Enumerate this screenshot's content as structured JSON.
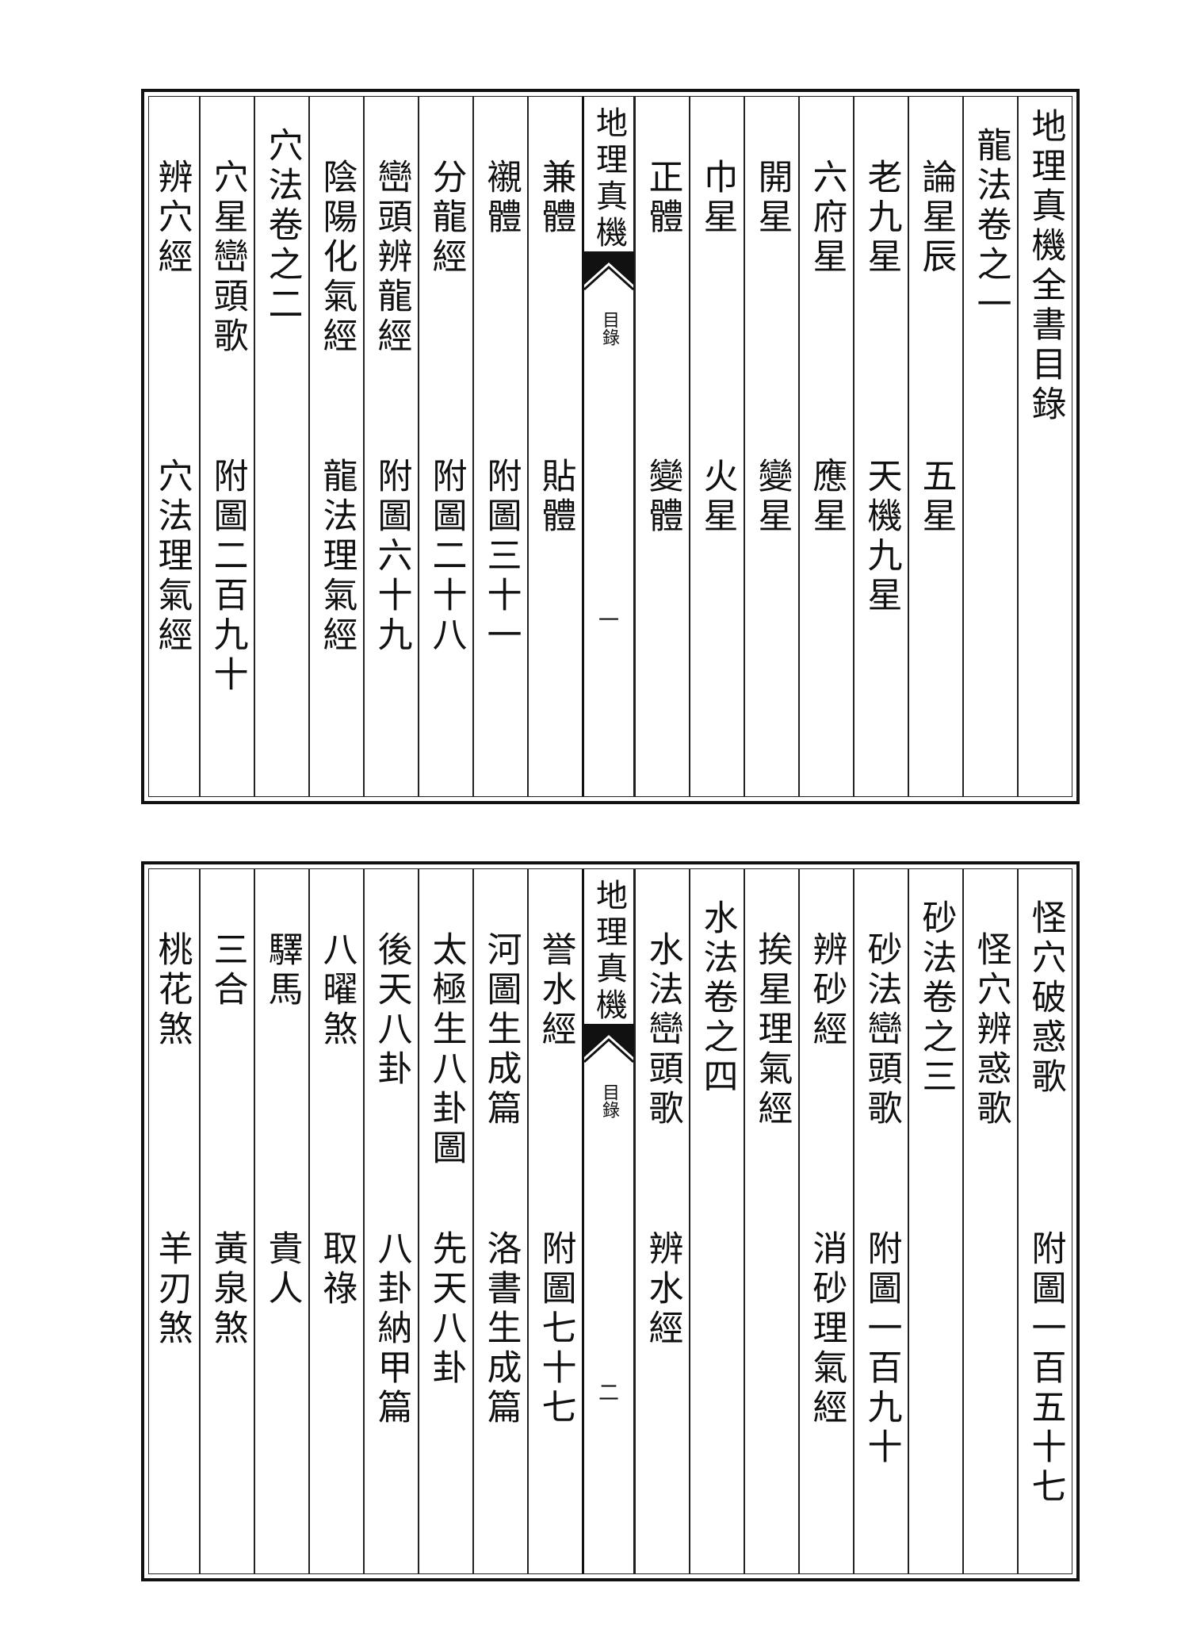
{
  "pages": [
    {
      "band": {
        "title": "地理真機",
        "section": "目錄",
        "page_number": "一"
      },
      "right_columns": [
        {
          "top": "地理真機全書目錄",
          "bottom": "",
          "kind": "title"
        },
        {
          "top": "龍法卷之一",
          "bottom": "",
          "kind": "heading"
        },
        {
          "top": "論星辰",
          "bottom": "五星",
          "kind": "entry"
        },
        {
          "top": "老九星",
          "bottom": "天機九星",
          "kind": "entry"
        },
        {
          "top": "六府星",
          "bottom": "應星",
          "kind": "entry"
        },
        {
          "top": "開星",
          "bottom": "變星",
          "kind": "entry"
        },
        {
          "top": "巾星",
          "bottom": "火星",
          "kind": "entry"
        },
        {
          "top": "正體",
          "bottom": "變體",
          "kind": "entry"
        }
      ],
      "left_columns": [
        {
          "top": "兼體",
          "bottom": "貼體",
          "kind": "entry"
        },
        {
          "top": "襯體",
          "bottom": "附圖三十一",
          "kind": "entry"
        },
        {
          "top": "分龍經",
          "bottom": "附圖二十八",
          "kind": "entry"
        },
        {
          "top": "巒頭辨龍經",
          "bottom": "附圖六十九",
          "kind": "entry"
        },
        {
          "top": "陰陽化氣經",
          "bottom": "龍法理氣經",
          "kind": "entry"
        },
        {
          "top": "穴法卷之二",
          "bottom": "",
          "kind": "heading"
        },
        {
          "top": "穴星巒頭歌",
          "bottom": "附圖二百九十",
          "kind": "entry"
        },
        {
          "top": "辨穴經",
          "bottom": "穴法理氣經",
          "kind": "entry"
        }
      ]
    },
    {
      "band": {
        "title": "地理真機",
        "section": "目錄",
        "page_number": "二"
      },
      "right_columns": [
        {
          "top": "怪穴破惑歌",
          "bottom": "附圖一百五十七",
          "kind": "heading"
        },
        {
          "top": "怪穴辨惑歌",
          "bottom": "",
          "kind": "entry"
        },
        {
          "top": "砂法卷之三",
          "bottom": "",
          "kind": "heading"
        },
        {
          "top": "砂法巒頭歌",
          "bottom": "附圖一百九十",
          "kind": "entry"
        },
        {
          "top": "辨砂經",
          "bottom": "消砂理氣經",
          "kind": "entry"
        },
        {
          "top": "挨星理氣經",
          "bottom": "",
          "kind": "entry"
        },
        {
          "top": "水法卷之四",
          "bottom": "",
          "kind": "heading"
        },
        {
          "top": "水法巒頭歌",
          "bottom": "辨水經",
          "kind": "entry"
        }
      ],
      "left_columns": [
        {
          "top": "誉水經",
          "bottom": "附圖七十七",
          "kind": "entry"
        },
        {
          "top": "河圖生成篇",
          "bottom": "洛書生成篇",
          "kind": "entry"
        },
        {
          "top": "太極生八卦圖",
          "bottom": "先天八卦",
          "kind": "entry"
        },
        {
          "top": "後天八卦",
          "bottom": "八卦納甲篇",
          "kind": "entry"
        },
        {
          "top": "八曜煞",
          "bottom": "取祿",
          "kind": "entry"
        },
        {
          "top": "驛馬",
          "bottom": "貴人",
          "kind": "entry"
        },
        {
          "top": "三合",
          "bottom": "黃泉煞",
          "kind": "entry"
        },
        {
          "top": "桃花煞",
          "bottom": "羊刃煞",
          "kind": "entry"
        }
      ]
    }
  ]
}
